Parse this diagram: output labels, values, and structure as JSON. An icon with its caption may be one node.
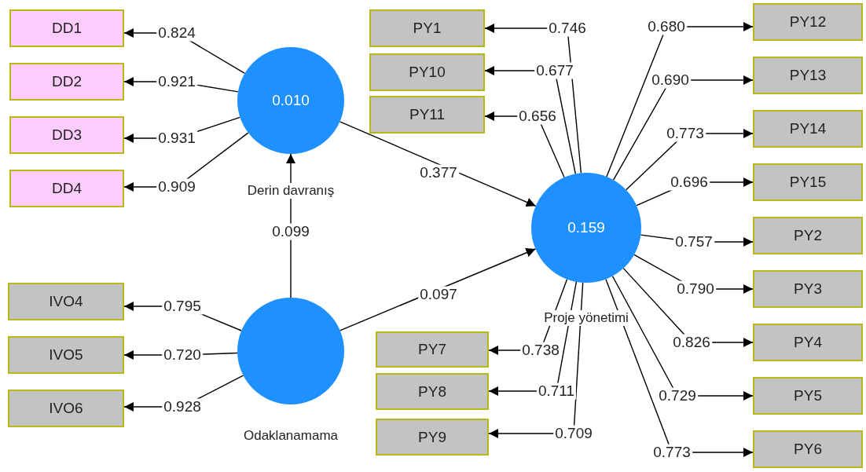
{
  "diagram": {
    "nodes": [
      {
        "text": [
          "DD1"
        ]
      },
      {
        "text": [
          "DD2"
        ]
      },
      {
        "text": [
          "DD3"
        ]
      },
      {
        "text": [
          "DD4"
        ]
      },
      {
        "text": [
          "0.010"
        ],
        "beside": [
          "Derin davranış"
        ]
      },
      {
        "text": [
          "IVO4"
        ]
      },
      {
        "text": [
          "IVO5"
        ]
      },
      {
        "text": [
          "IVO6"
        ]
      },
      {
        "text": [],
        "shape": "circle",
        "beside": [
          "Odaklanamama"
        ]
      },
      {
        "text": [
          "PY1"
        ]
      },
      {
        "text": [
          "PY10"
        ]
      },
      {
        "text": [
          "PY11"
        ]
      },
      {
        "text": [
          "0.159"
        ],
        "beside": [
          "Proje yönetimi"
        ]
      },
      {
        "text": [
          "PY7"
        ]
      },
      {
        "text": [
          "PY8"
        ]
      },
      {
        "text": [
          "PY9"
        ]
      },
      {
        "text": [
          "PY12"
        ]
      },
      {
        "text": [
          "PY13"
        ]
      },
      {
        "text": [
          "PY14"
        ]
      },
      {
        "text": [
          "PY15"
        ]
      },
      {
        "text": [
          "PY2"
        ]
      },
      {
        "text": [
          "PY3"
        ]
      },
      {
        "text": [
          "PY4"
        ]
      },
      {
        "text": [
          "PY5"
        ]
      },
      {
        "text": [
          "PY6"
        ]
      }
    ],
    "edges": [
      {
        "from": 4,
        "to": 0,
        "label": "0.824",
        "arrow": "to"
      },
      {
        "from": 4,
        "to": 1,
        "label": "0.921",
        "arrow": "to"
      },
      {
        "from": 4,
        "to": 2,
        "label": "0.931",
        "arrow": "to"
      },
      {
        "from": 4,
        "to": 3,
        "label": "0.909",
        "arrow": "to"
      },
      {
        "from": 8,
        "to": 5,
        "label": "0.795",
        "arrow": "to"
      },
      {
        "from": 8,
        "to": 6,
        "label": "0.720",
        "arrow": "to"
      },
      {
        "from": 8,
        "to": 7,
        "label": "0.928",
        "arrow": "to"
      },
      {
        "from": 12,
        "to": 9,
        "label": "0.746",
        "arrow": "to"
      },
      {
        "from": 12,
        "to": 10,
        "label": "0.677",
        "arrow": "to"
      },
      {
        "from": 12,
        "to": 11,
        "label": "0.656",
        "arrow": "to"
      },
      {
        "from": 12,
        "to": 13,
        "label": "0.738",
        "arrow": "to"
      },
      {
        "from": 12,
        "to": 14,
        "label": "0.711",
        "arrow": "to"
      },
      {
        "from": 12,
        "to": 15,
        "label": "0.709",
        "arrow": "to"
      },
      {
        "from": 12,
        "to": 16,
        "label": "0.680",
        "arrow": "to"
      },
      {
        "from": 12,
        "to": 17,
        "label": "0.690",
        "arrow": "to"
      },
      {
        "from": 12,
        "to": 18,
        "label": "0.773",
        "arrow": "to"
      },
      {
        "from": 12,
        "to": 19,
        "label": "0.696",
        "arrow": "to"
      },
      {
        "from": 12,
        "to": 20,
        "label": "0.757",
        "arrow": "to"
      },
      {
        "from": 12,
        "to": 21,
        "label": "0.790",
        "arrow": "to"
      },
      {
        "from": 12,
        "to": 22,
        "label": "0.826",
        "arrow": "to"
      },
      {
        "from": 12,
        "to": 23,
        "label": "0.729",
        "arrow": "to"
      },
      {
        "from": 12,
        "to": 24,
        "label": "0.773",
        "arrow": "to"
      },
      {
        "from": 8,
        "to": 4,
        "label": "0.099",
        "arrow": "to"
      },
      {
        "from": 4,
        "to": 12,
        "label": "0.377",
        "arrow": "to"
      },
      {
        "from": 8,
        "to": 12,
        "label": "0.097",
        "arrow": "to"
      }
    ]
  }
}
